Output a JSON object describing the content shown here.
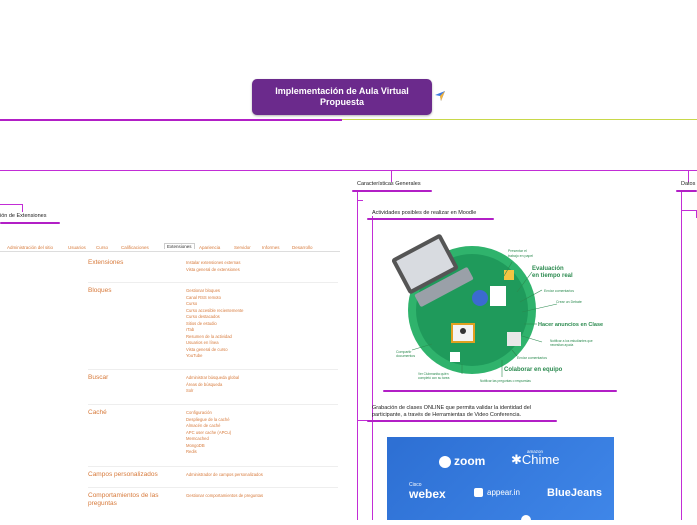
{
  "root": {
    "title_line1": "Implementación de Aula Virtual",
    "title_line2": "Propuesta"
  },
  "branches": {
    "left_topic": "ión de Extensiones",
    "center_topic": "Características Generales",
    "right_topic": "Datos"
  },
  "center_children": {
    "activities": "Actividades posibles de realizar en Moodle",
    "recording_line1": "Grabación de clases ONLINE que permita validar la identidad del",
    "recording_line2": "participante, a través de Herramientas de Video Conferencia."
  },
  "admin_tabs": [
    "Administración del sitio",
    "Usuarios",
    "Curso",
    "Calificaciones",
    "Extensiones",
    "Apariencia",
    "Servidor",
    "Informes",
    "Desarrollo"
  ],
  "active_tab_index": 4,
  "extension_rows": [
    {
      "title": "Extensiones",
      "items": [
        "Instalar extensiones externas",
        "Vista general de extensiones"
      ]
    },
    {
      "title": "Bloques",
      "items": [
        "Gestionar bloques",
        "Canal RSS remoto",
        "Curso",
        "Curso accesible recientemente",
        "Curso destacados",
        "Sitios de estudio",
        "rTab",
        "Resumen de la actividad",
        "Usuarios en línea",
        "Vista general de curso",
        "YouTube"
      ]
    },
    {
      "title": "Buscar",
      "items": [
        "Administrar búsqueda global",
        "Áreas de búsqueda",
        "Solr"
      ]
    },
    {
      "title": "Caché",
      "items": [
        "Configuración",
        "Despliegue de la caché",
        "Almacén de caché",
        "APC user cache (APCu)",
        "Memcached",
        "MongoDB",
        "Redis"
      ]
    },
    {
      "title": "Campos personalizados",
      "items": [
        "Administrador de campos personalizados"
      ]
    },
    {
      "title": "Comportamientos de las preguntas",
      "items": [
        "Gestionar comportamientos de preguntas"
      ]
    }
  ],
  "moodle_diagram": {
    "labels": [
      "Presentar el trabajo en papel",
      "Evaluación en tiempo real",
      "Enviar comentarios",
      "Crear un Debate",
      "Hacer anuncios en Clase",
      "Notificar a los estudiantes que necesitan ayuda",
      "Enviar comentarios",
      "Colaborar en equipo",
      "Notificar las preguntas o respuestas",
      "Ver Clubmanita quién completó con su tarea",
      "Compartir documentos"
    ],
    "colors": {
      "wheel": "#1f9a5b",
      "ring": "#2fb36c",
      "label": "#2b8a4f"
    }
  },
  "conference_tools": {
    "zoom": "zoom",
    "amazon": "amazon",
    "chime": "Chime",
    "cisco": "Cisco",
    "webex": "webex",
    "appear": "appear.in",
    "bluejeans": "BlueJeans"
  },
  "colors": {
    "root_bg": "#6b2a8c",
    "branch_line": "#c22dd6",
    "right_branch_line": "#c8d84a",
    "orange_text": "#d77a3b"
  }
}
